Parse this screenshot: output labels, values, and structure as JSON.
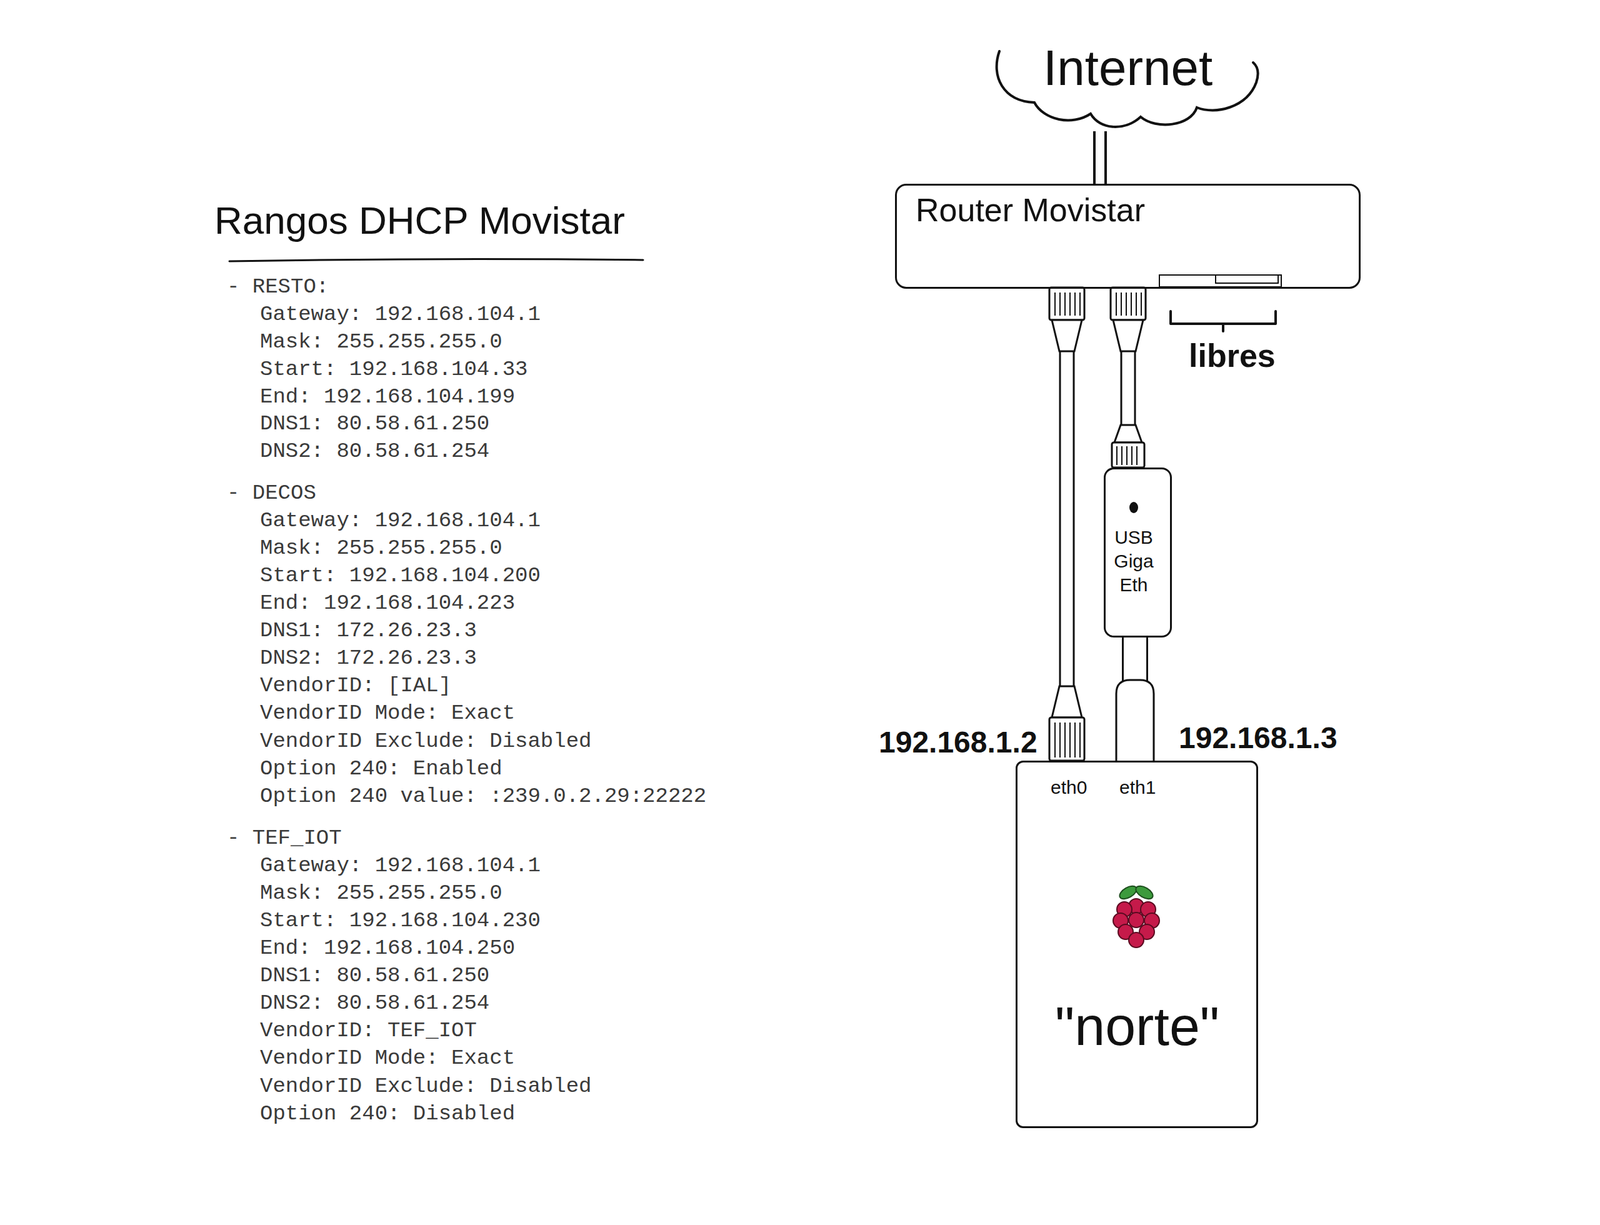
{
  "diagram": {
    "title": "Rangos DHCP Movistar",
    "nodes": [
      {
        "text": [
          "Internet"
        ]
      },
      {
        "text": [
          "Router Movistar"
        ]
      },
      {
        "text": [
          "USB Giga Eth"
        ]
      },
      {
        "text": [
          "eth0",
          "eth1",
          "\"norte\""
        ]
      }
    ],
    "edges": [
      {
        "from": 0,
        "to": 1,
        "arrow": "none"
      },
      {
        "from": 1,
        "to": 3,
        "arrow": "none"
      },
      {
        "from": 1,
        "to": 2,
        "arrow": "none"
      },
      {
        "from": 2,
        "to": 3,
        "arrow": "none"
      }
    ],
    "labels": [
      "- RESTO:",
      "Gateway: 192.168.104.1",
      "Mask: 255.255.255.0",
      "Start: 192.168.104.33",
      "End: 192.168.104.199",
      "DNS1: 80.58.61.250",
      "DNS2: 80.58.61.254",
      "- DECOS",
      "Gateway: 192.168.104.1",
      "Mask: 255.255.255.0",
      "Start: 192.168.104.200",
      "End: 192.168.104.223",
      "DNS1: 172.26.23.3",
      "DNS2: 172.26.23.3",
      "VendorID: [IAL]",
      "VendorID Mode: Exact",
      "VendorID Exclude: Disabled",
      "Option 240: Enabled",
      "Option 240 value: :239.0.2.29:22222",
      "- TEF_IOT",
      "Gateway: 192.168.104.1",
      "Mask: 255.255.255.0",
      "Start: 192.168.104.230",
      "End: 192.168.104.250",
      "DNS1: 80.58.61.250",
      "DNS2: 80.58.61.254",
      "VendorID: TEF_IOT",
      "VendorID Mode: Exact",
      "VendorID Exclude: Disabled",
      "Option 240: Disabled",
      "libres",
      "192.168.1.2",
      "192.168.1.3"
    ]
  }
}
